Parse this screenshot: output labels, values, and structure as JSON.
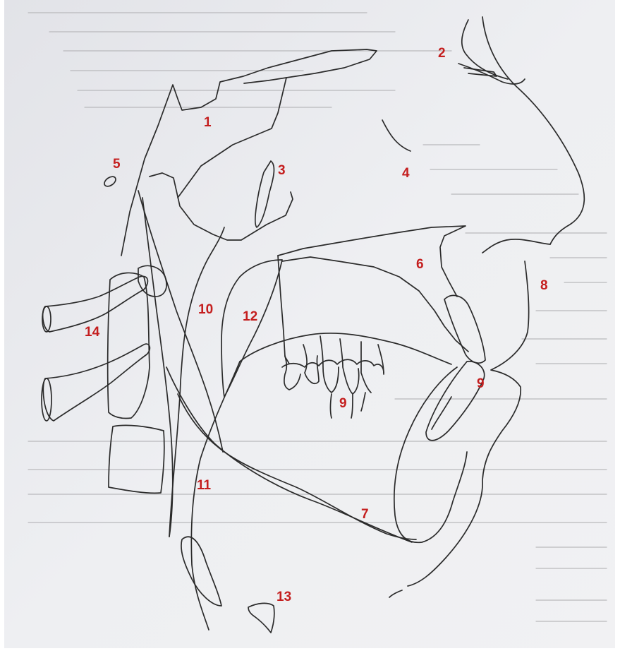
{
  "figure": {
    "labels": {
      "l1": "1",
      "l2": "2",
      "l3": "3",
      "l4": "4",
      "l5": "5",
      "l6": "6",
      "l7": "7",
      "l8": "8",
      "l9a": "9",
      "l9b": "9",
      "l10": "10",
      "l11": "11",
      "l12": "12",
      "l13": "13",
      "l14": "14"
    },
    "colors": {
      "paper": "#ecedf1",
      "line": "#2b2b2b",
      "label": "#c41e1e"
    }
  }
}
